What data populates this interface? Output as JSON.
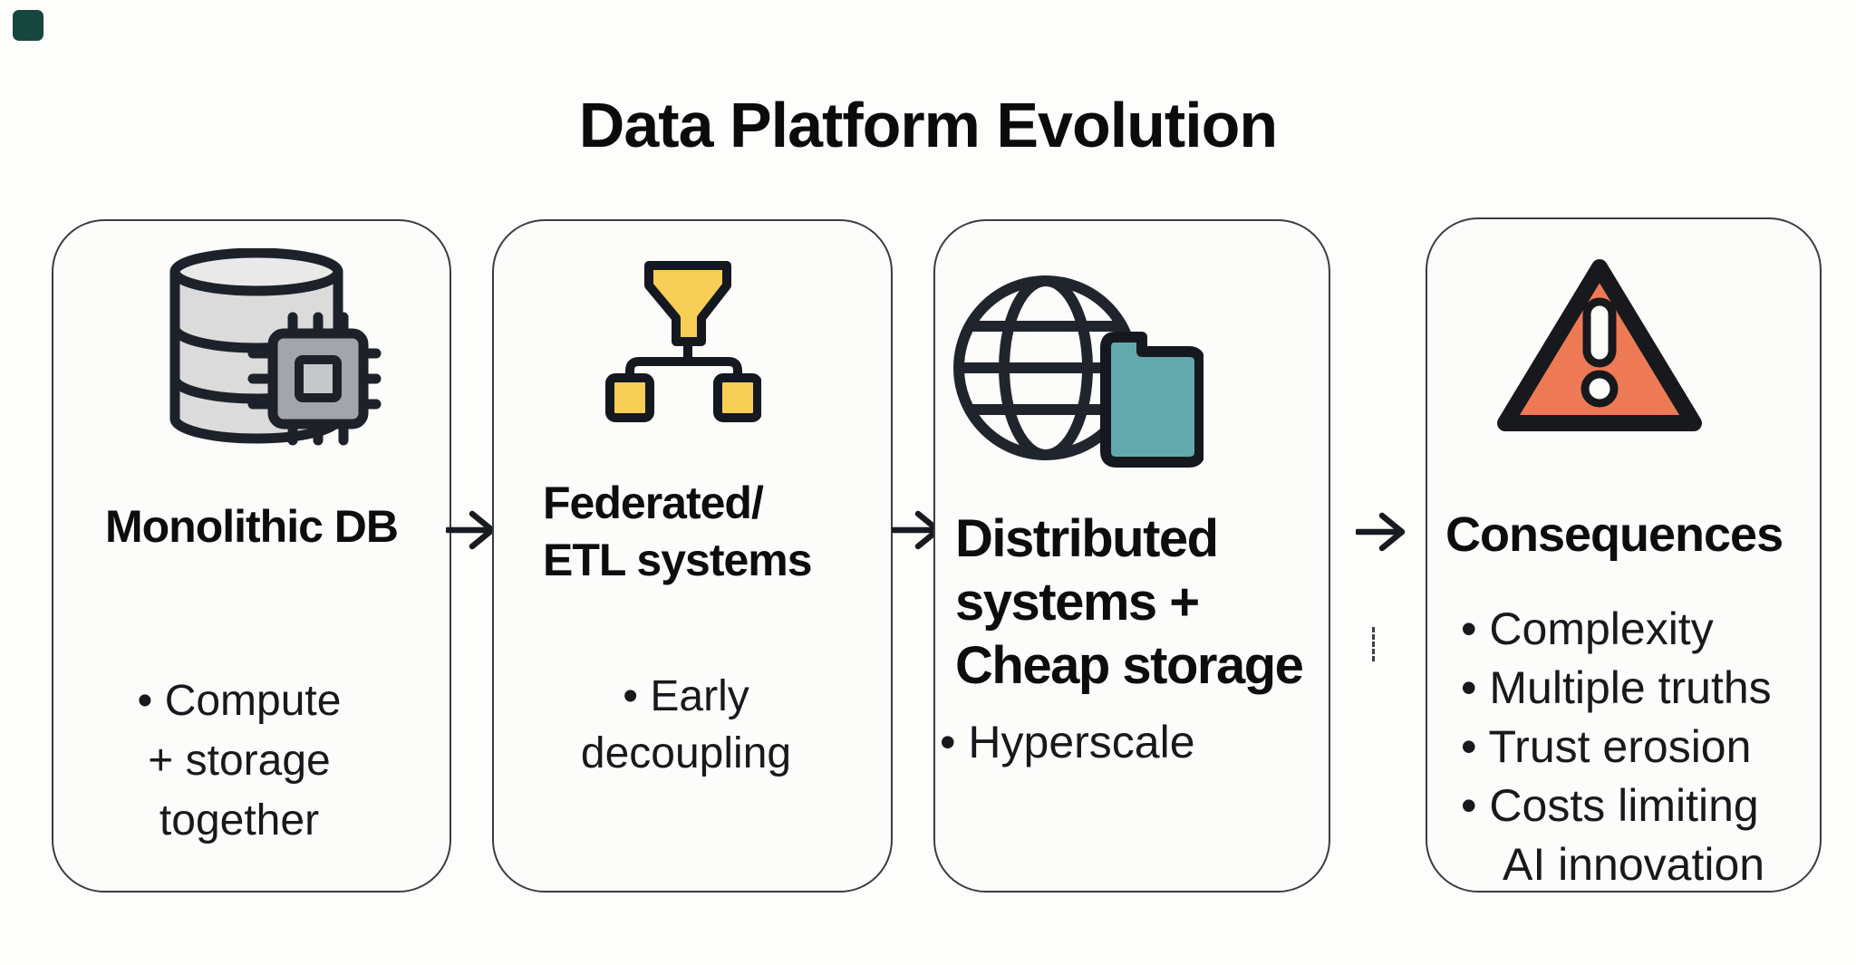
{
  "title": "Data Platform Evolution",
  "stages": [
    {
      "title": "Monolithic DB",
      "icon": "database-chip-icon",
      "bullets": [
        "Compute + storage together"
      ]
    },
    {
      "title": "Federated/ ETL systems",
      "icon": "funnel-flow-icon",
      "bullets": [
        "Early decoupling"
      ]
    },
    {
      "title": "Distributed systems + Cheap storage",
      "icon": "globe-storage-icon",
      "bullets": [
        "Hyperscale"
      ]
    },
    {
      "title": "Consequences",
      "icon": "warning-triangle-icon",
      "bullets": [
        "Complexity",
        "Multiple truths",
        "Trust erosion",
        "Costs limiting AI innovation"
      ]
    }
  ],
  "connectors": {
    "icon": "arrow-right-icon",
    "glyph": "→",
    "count": 3
  },
  "colors": {
    "background": "#fdfdfb",
    "card_border": "#3a3d40",
    "ink": "#121418",
    "icon_outline": "#1d222a",
    "yellow": "#f6ce55",
    "teal": "#63a8ac",
    "coral": "#ee7a55",
    "db_gray": "#dbdbdb",
    "chip_gray": "#a4a5ab",
    "corner_mark": "#17463e"
  }
}
